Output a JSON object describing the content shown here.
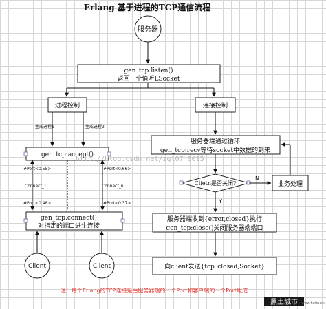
{
  "title": "Erlang 基于进程的TCP通信流程",
  "nodes": {
    "server": "服务器",
    "listen_line1": "gen_tcp:listen()",
    "listen_line2": "返回一个值听LSocket",
    "process_ctrl": "进程控制",
    "conn_ctrl": "连接控制",
    "spawn1": "生成进程1",
    "spawn2": "生成进程2",
    "dots_top": "……",
    "accept": "gen_tcp:accept()",
    "server_loop_line1": "服务器端通过循环",
    "server_loop_line2": "gen_tcp:recv等待socket中数据的到来",
    "port1": "#Port<0.55>",
    "port2": "#Port<0.66>",
    "connect1": "Connect_1",
    "dots_mid": "……",
    "connectn": "Connect_n",
    "port3": "#Port<0.48>",
    "port4": "#Port<0.37>",
    "decision": "Clietn是否关闭?",
    "no_label": "N",
    "yes_label": "Y",
    "business": "业务处理",
    "connect_line1": "gen_tcp:connect()",
    "connect_line2": "对指定的端口进生连接",
    "close_line1": "服务器端收到{error,closed}执行",
    "close_line2": "gen_tcp:close()关闭服务器端端口",
    "client1": "Client",
    "client2": "Client",
    "dots_clients": "……",
    "send_closed": "向client发送{tcp_closed,Socket}",
    "watermark": "http://blog.csdn.net/zgl07 0015",
    "note": "注：每个Erlang的TCP连接是由服务器端的一个Port和客户端的一个Port组成",
    "logo": "黑土城市",
    "logo_sub": "www.heitu.cn"
  },
  "colors": {
    "note": "#e8322a",
    "grid": "#d6d6d6",
    "handle_stroke": "#6c6ca8"
  }
}
